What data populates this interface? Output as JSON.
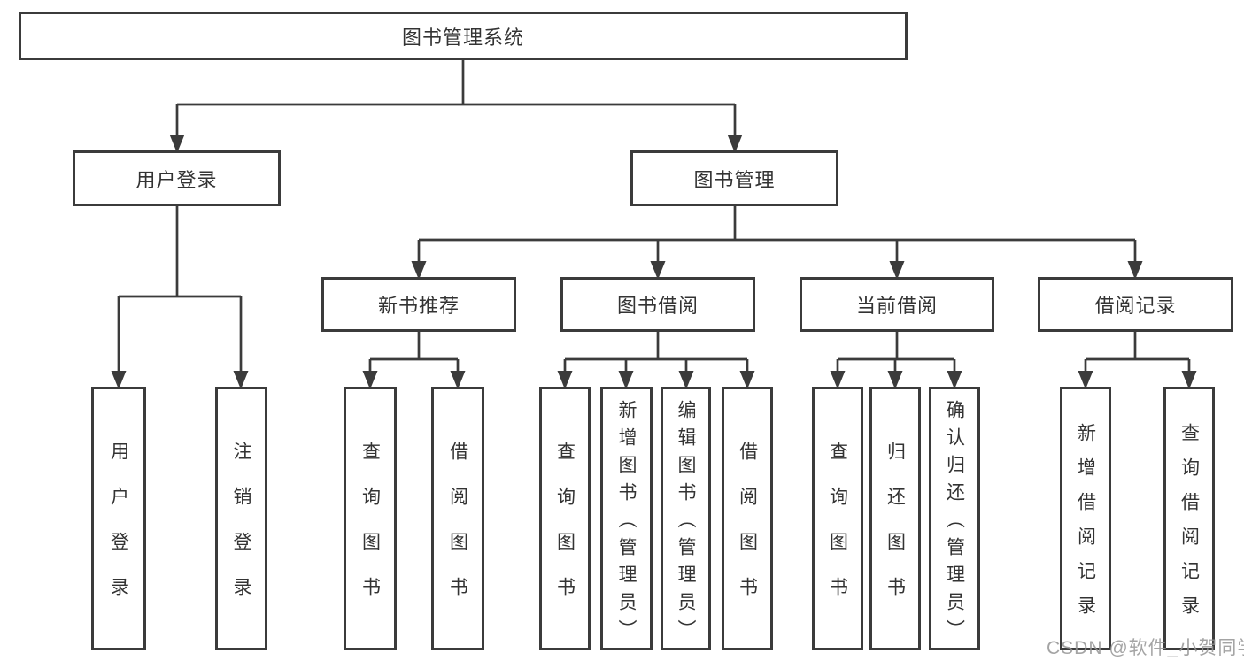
{
  "colors": {
    "line": "#3b3b3b",
    "text": "#333333",
    "background": "#ffffff",
    "watermark": "#949494"
  },
  "watermark": "CSDN @软件_小贺同学",
  "tree": {
    "root": "图书管理系统",
    "children": [
      {
        "label": "用户登录",
        "children": [
          "用户登录",
          "注销登录"
        ]
      },
      {
        "label": "图书管理",
        "children": [
          {
            "label": "新书推荐",
            "children": [
              "查询图书",
              "借阅图书"
            ]
          },
          {
            "label": "图书借阅",
            "children": [
              "查询图书",
              "新增图书（管理员）",
              "编辑图书（管理员）",
              "借阅图书"
            ]
          },
          {
            "label": "当前借阅",
            "children": [
              "查询图书",
              "归还图书",
              "确认归还（管理员）"
            ]
          },
          {
            "label": "借阅记录",
            "children": [
              "新增借阅记录",
              "查询借阅记录"
            ]
          }
        ]
      }
    ]
  }
}
